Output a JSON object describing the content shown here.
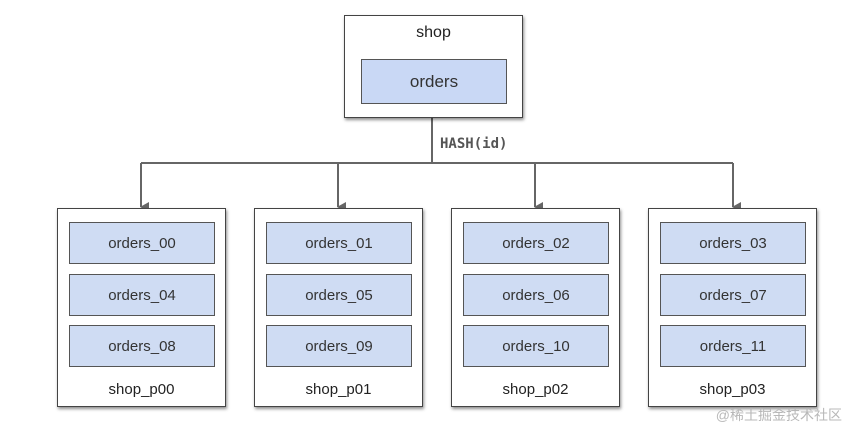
{
  "source": {
    "title": "shop",
    "table": "orders"
  },
  "edge_label": "HASH(id)",
  "shards": [
    {
      "name": "shop_p00",
      "tables": [
        "orders_00",
        "orders_04",
        "orders_08"
      ]
    },
    {
      "name": "shop_p01",
      "tables": [
        "orders_01",
        "orders_05",
        "orders_09"
      ]
    },
    {
      "name": "shop_p02",
      "tables": [
        "orders_02",
        "orders_06",
        "orders_10"
      ]
    },
    {
      "name": "shop_p03",
      "tables": [
        "orders_03",
        "orders_07",
        "orders_11"
      ]
    }
  ],
  "watermark": "@稀土掘金技术社区",
  "colors": {
    "cell_fill": "#cfdcf3",
    "line": "#666666"
  }
}
